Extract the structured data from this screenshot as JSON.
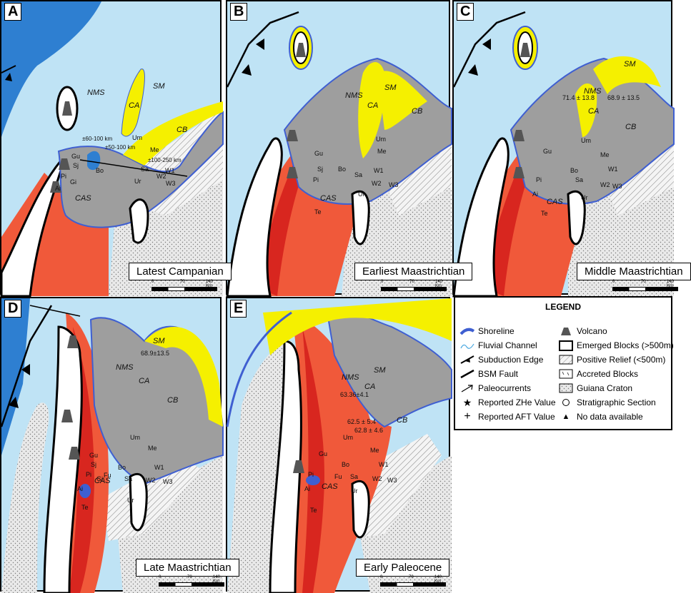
{
  "panels": [
    {
      "letter": "A",
      "period": "Latest Campanian"
    },
    {
      "letter": "B",
      "period": "Earliest Maastrichtian"
    },
    {
      "letter": "C",
      "period": "Middle Maastrichtian"
    },
    {
      "letter": "D",
      "period": "Late Maastrichtian"
    },
    {
      "letter": "E",
      "period": "Early Paleocene"
    }
  ],
  "scale": {
    "t0": "0",
    "t1": "70",
    "t2": "140 Km"
  },
  "places": {
    "NMS": "NMS",
    "SM": "SM",
    "CA": "CA",
    "CB": "CB",
    "CAS": "CAS",
    "Um": "Um",
    "Me": "Me",
    "Gu": "Gu",
    "Sj": "Sj",
    "Pi": "Pi",
    "Gi": "Gi",
    "Fu": "Fu",
    "Bo": "Bo",
    "Sa": "Sa",
    "Ai": "Ai",
    "Ur": "Ur",
    "Te": "Te",
    "W1": "W1",
    "W2": "W2",
    "W3": "W3",
    "Si": "Si"
  },
  "panelA_notes": {
    "d1": "±60-100 km",
    "d2": "±50-100 km",
    "d3": "±100-250 km"
  },
  "values": {
    "c1": "71.4 ± 13.8",
    "c2": "68.9 ± 13.5",
    "d1": "68.9±13.5",
    "e1": "63.36±4.1",
    "e2": "62.5 ± 5.4",
    "e3": "62.8 ± 4.6"
  },
  "legend": {
    "title": "LEGEND",
    "items": [
      "Shoreline",
      "Fluvial Channel",
      "Subduction Edge",
      "BSM Fault",
      "Paleocurrents",
      "Reported ZHe Value",
      "Reported AFT Value",
      "Volcano",
      "Emerged Blocks (>500m)",
      "Positive Relief (<500m)",
      "Accreted Blocks",
      "Guiana Craton",
      "Stratigraphic Section",
      "No data available"
    ]
  },
  "colors": {
    "sea": "#bfe3f5",
    "deep_sea": "#2e7fd1",
    "red_block": "#f0593a",
    "dark_red": "#d8261f",
    "yellow": "#f5f000",
    "gray": "#9e9e9e",
    "shore": "#3f5fd1",
    "craton": "#e6e6e6",
    "pink": "#e8a0a0"
  }
}
